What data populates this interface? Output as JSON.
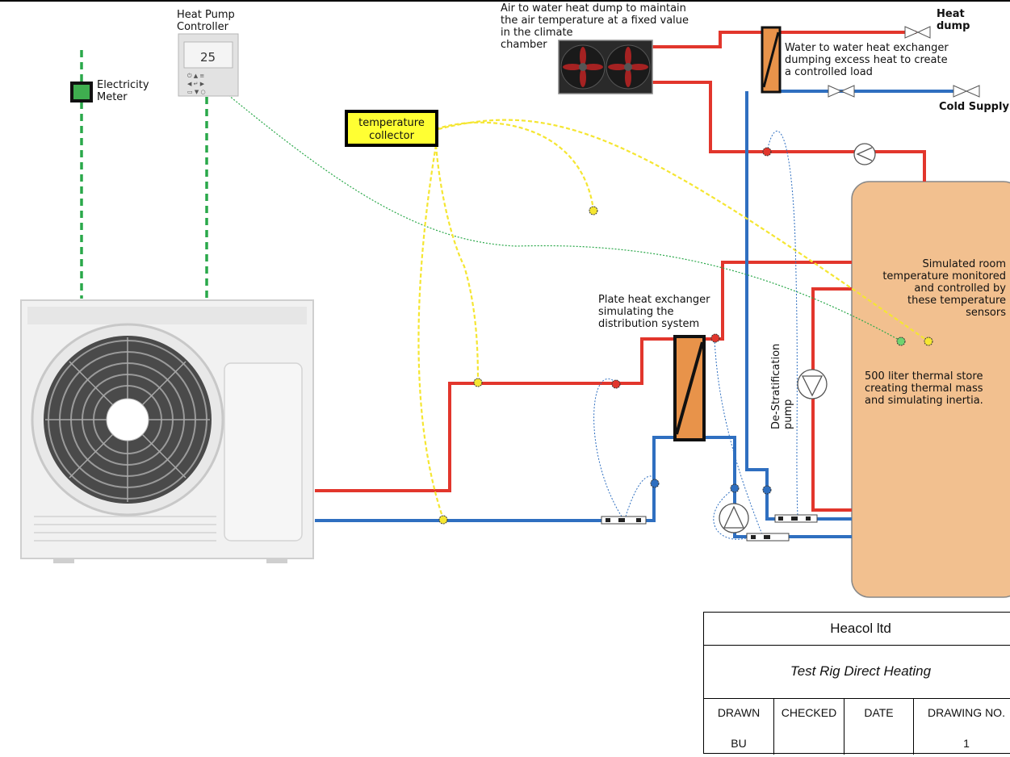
{
  "labels": {
    "heat_pump_controller": "Heat Pump\nController",
    "electricity_meter": "Electricity\nMeter",
    "temperature_collector": "temperature\ncollector",
    "air_to_water": "Air to water heat dump to maintain\nthe air temperature at a fixed value\nin the climate\nchamber",
    "water_to_water": "Water to water heat exchanger\ndumping excess heat to create\n a controlled load",
    "heat_dump": "Heat\ndump",
    "cold_supply": "Cold Supply",
    "plate_hx": "Plate heat exchanger\n simulating the\ndistribution system",
    "destrat_pump": "De-Stratification\npump",
    "room_temp": "Simulated room\ntemperature monitored\nand controlled by\nthese temperature\nsensors",
    "thermal_store": "500 liter thermal store\ncreating thermal mass\nand simulating inertia."
  },
  "controller_display": {
    "value": "25"
  },
  "title_block": {
    "company": "Heacol ltd",
    "title": "Test Rig Direct Heating",
    "headers": [
      "DRAWN",
      "CHECKED",
      "DATE",
      "DRAWING NO."
    ],
    "values": [
      "BU",
      "",
      "",
      "1"
    ]
  },
  "colors": {
    "flow": "#e2362c",
    "return": "#2f6fc0",
    "signal": "#2aa84a",
    "sensor": "#ffff33",
    "tank": "#f2c08f",
    "hx": "#e8934a"
  }
}
